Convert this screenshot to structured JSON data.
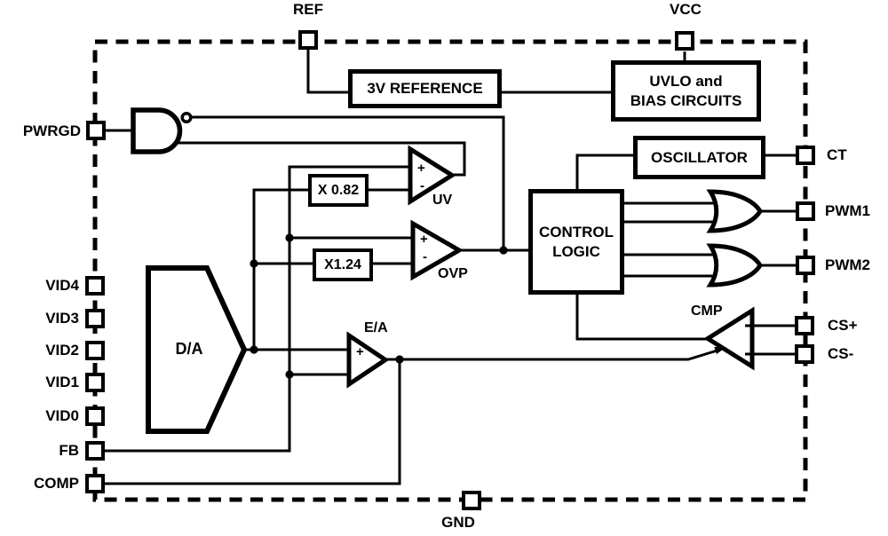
{
  "pins": {
    "ref": "REF",
    "vcc": "VCC",
    "pwrgd": "PWRGD",
    "vid4": "VID4",
    "vid3": "VID3",
    "vid2": "VID2",
    "vid1": "VID1",
    "vid0": "VID0",
    "fb": "FB",
    "comp": "COMP",
    "gnd": "GND",
    "ct": "CT",
    "pwm1": "PWM1",
    "pwm2": "PWM2",
    "cs_plus": "CS+",
    "cs_minus": "CS-"
  },
  "blocks": {
    "reference": "3V REFERENCE",
    "uvlo_line1": "UVLO and",
    "uvlo_line2": "BIAS CIRCUITS",
    "oscillator": "OSCILLATOR",
    "control_line1": "CONTROL",
    "control_line2": "LOGIC",
    "dac": "D/A",
    "gain_uv": "X 0.82",
    "gain_ovp": "X1.24"
  },
  "comparators": {
    "uv": "UV",
    "ovp": "OVP",
    "ea": "E/A",
    "cmp": "CMP"
  },
  "signs": {
    "plus": "+",
    "minus": "-"
  },
  "colors": {
    "ink": "#000000",
    "background": "#ffffff"
  }
}
